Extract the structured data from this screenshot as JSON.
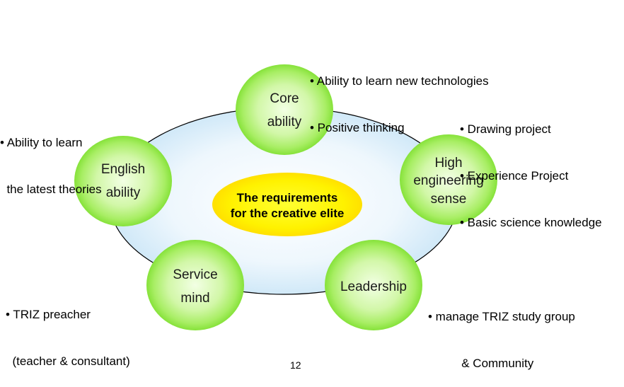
{
  "center": {
    "line1": "The requirements",
    "line2": "for the creative elite"
  },
  "nodes": {
    "core": {
      "line1": "Core",
      "line2": "ability"
    },
    "english": {
      "line1": "English",
      "line2": "ability"
    },
    "engineering": {
      "line1": "High",
      "line2": "engineering",
      "line3": "sense"
    },
    "service": {
      "line1": "Service",
      "line2": "mind"
    },
    "leadership": {
      "line1": "Leadership"
    }
  },
  "notes": {
    "core": [
      "• Ability to learn new technologies",
      "• Positive thinking"
    ],
    "english": [
      "• Ability to learn",
      "  the latest theories"
    ],
    "engineering": [
      "• Drawing project",
      "• Experience Project",
      "• Basic science knowledge"
    ],
    "service": [
      "• TRIZ preacher",
      "  (teacher & consultant)"
    ],
    "leadership": [
      "• manage TRIZ study group",
      "          & Community"
    ]
  },
  "page_number": "12",
  "colors": {
    "node_fill_center": "#e6ffd0",
    "node_fill_edge": "#8ee63c",
    "ellipse_fill": "#bfe0f5",
    "ellipse_stroke": "#000000",
    "center_fill": "#ffef00"
  }
}
